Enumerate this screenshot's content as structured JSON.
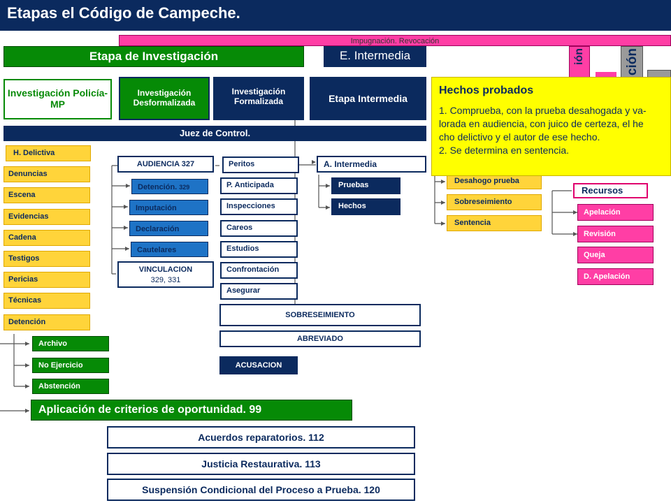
{
  "title": "Etapas el Código de Campeche.",
  "top_bar": "Impugnación. Revocación",
  "stage_headers": {
    "investigacion": "Etapa de Investigación",
    "intermedia": "E. Intermedia"
  },
  "vertical": {
    "left": "ión",
    "right": "ción"
  },
  "columns": {
    "policia": "Investigación Policía-MP",
    "desformalizada": "Investigación Desformalizada",
    "formalizada": "Investigación Formalizada",
    "etapa_intermedia": "Etapa Intermedia"
  },
  "juez": "Juez de Control.",
  "left_list": [
    "H. Delictiva",
    "Denuncias",
    "Escena",
    "Evidencias",
    "Cadena",
    "Testigos",
    "Pericias",
    "Técnicas",
    "Detención"
  ],
  "audiencia": {
    "label": "AUDIENCIA",
    "num": "327"
  },
  "detencion": {
    "label": "Detención.",
    "num": "329"
  },
  "blue_items": [
    "Imputación",
    "Declaración",
    "Cautelares"
  ],
  "vinculacion": {
    "label": "VINCULACION",
    "num": "329, 331"
  },
  "formal_items": [
    "Peritos",
    "P. Anticipada",
    "Inspecciones",
    "Careos",
    "Estudios",
    "Confrontación",
    "Asegurar"
  ],
  "a_intermedia": "A. Intermedia",
  "intermedia_items": [
    "Pruebas",
    "Hechos"
  ],
  "sobreseimiento_bar": "SOBRESEIMIENTO",
  "abreviado_bar": "ABREVIADO",
  "acusacion": "ACUSACION",
  "juicio_items": [
    "Desahogo prueba",
    "Sobreseimiento",
    "Sentencia"
  ],
  "recursos": {
    "title": "Recursos",
    "items": [
      "Apelación",
      "Revisión",
      "Queja",
      "D. Apelación"
    ]
  },
  "green_items": [
    "Archivo",
    "No Ejercicio",
    "Abstención"
  ],
  "criterios": "Aplicación de criterios de oportunidad.  99",
  "bottom_items": [
    "Acuerdos reparatorios. 112",
    "Justicia Restaurativa. 113",
    "Suspensión Condicional del Proceso a Prueba. 120"
  ],
  "popup": {
    "title": "Hechos probados",
    "lines": [
      "1. Comprueba, con la prueba desahogada y va-",
      "lorada en audiencia, con juico de certeza, el he",
      "cho delictivo y el autor de ese hecho.",
      "2. Se determina en sentencia."
    ]
  }
}
